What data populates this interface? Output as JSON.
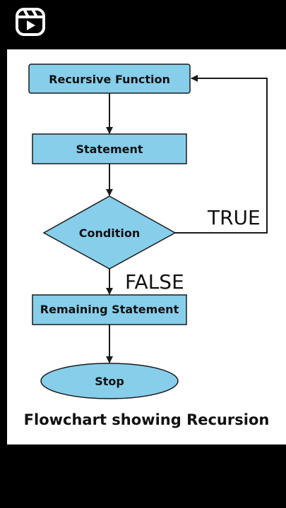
{
  "app": {
    "reels_icon": "reels-icon"
  },
  "flowchart": {
    "nodes": {
      "recursive_function": "Recursive Function",
      "statement": "Statement",
      "condition": "Condition",
      "remaining_statement": "Remaining Statement",
      "stop": "Stop"
    },
    "edge_labels": {
      "true": "TRUE",
      "false": "FALSE"
    },
    "caption": "Flowchart showing Recursion"
  },
  "colors": {
    "node_fill": "#87CEEB",
    "node_stroke": "#1a1a1a",
    "background": "#ffffff",
    "frame": "#000000"
  }
}
